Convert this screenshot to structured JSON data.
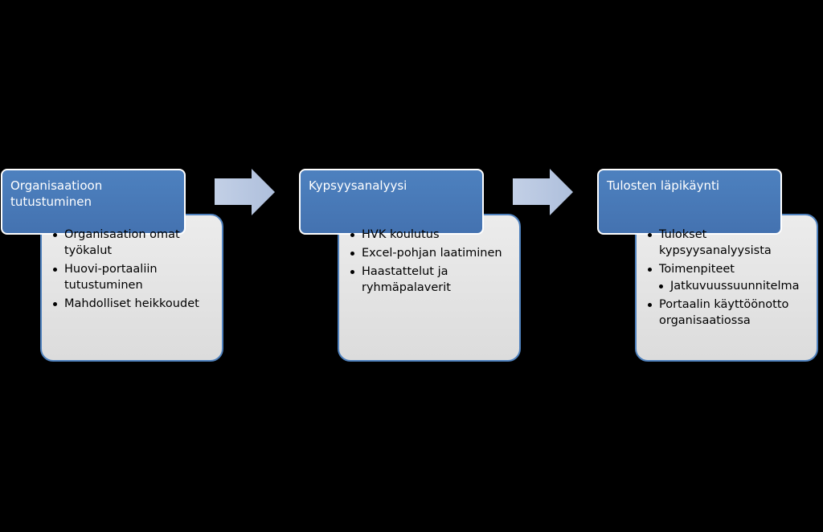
{
  "colors": {
    "background": "#000000",
    "header_fill": "#4a7ebb",
    "header_border": "#ffffff",
    "detail_fill": "#e4e4e4",
    "detail_border": "#4f81bd",
    "arrow_fill": "#b9c9e2"
  },
  "steps": [
    {
      "title": "Organisaatioon\ntutustuminen",
      "items": [
        {
          "text": "Organisaation omat\ntyökalut"
        },
        {
          "text": "Huovi-portaaliin\ntutustuminen"
        },
        {
          "text": "Mahdolliset heikkoudet"
        }
      ]
    },
    {
      "title": "Kypsyysanalyysi",
      "items": [
        {
          "text": "HVK koulutus"
        },
        {
          "text": "Excel-pohjan laatiminen"
        },
        {
          "text": "Haastattelut ja\nryhmäpalaverit"
        }
      ]
    },
    {
      "title": "Tulosten läpikäynti",
      "items": [
        {
          "text": "Tulokset\nkypsyysanalyysista"
        },
        {
          "text": "Toimenpiteet"
        },
        {
          "text": "Jatkuvuussuunnitelma",
          "sub": true
        },
        {
          "text": "Portaalin käyttöönotto\norganisaatiossa"
        }
      ]
    }
  ]
}
